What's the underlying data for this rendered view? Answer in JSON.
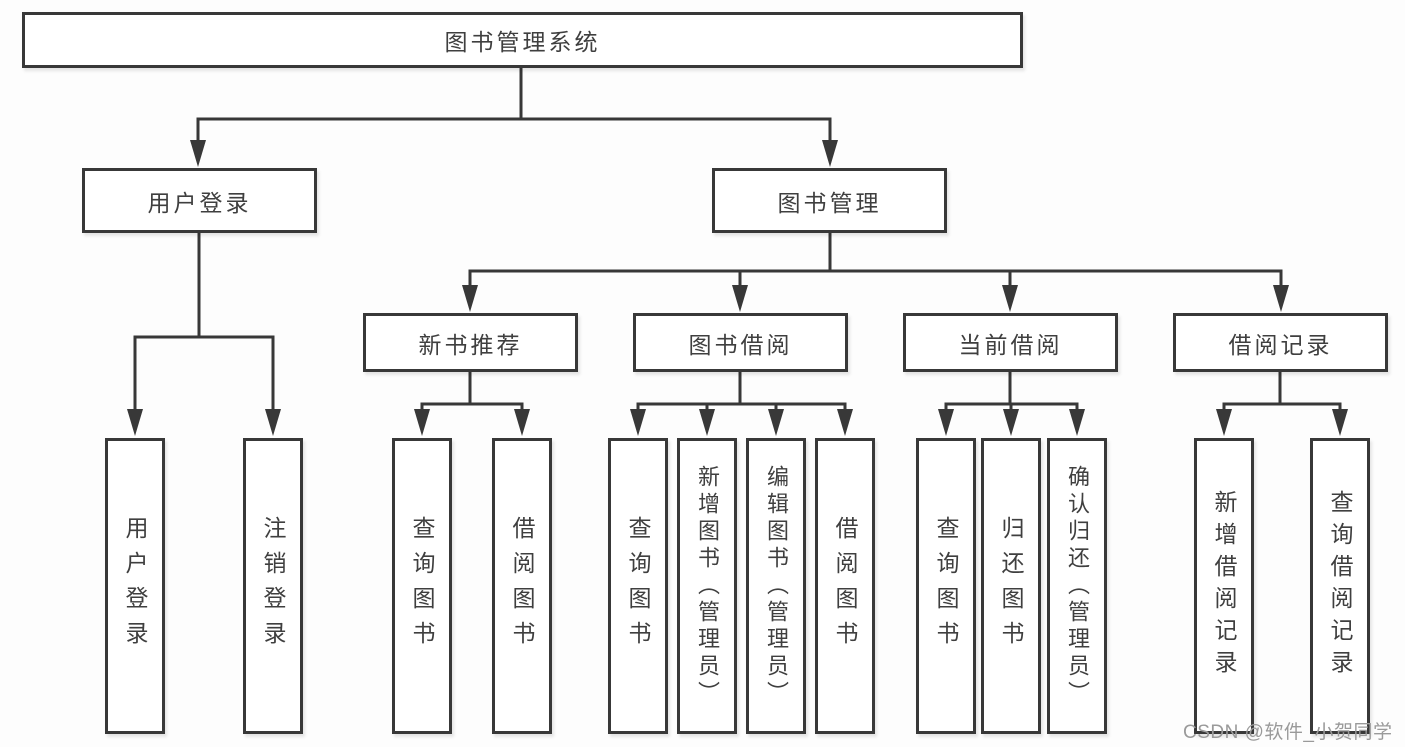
{
  "diagram": {
    "root": {
      "label": "图书管理系统"
    },
    "branches": [
      {
        "label": "用户登录",
        "leaves": [
          {
            "label": "用户登录"
          },
          {
            "label": "注销登录"
          }
        ]
      },
      {
        "label": "图书管理",
        "sections": [
          {
            "label": "新书推荐",
            "leaves": [
              {
                "label": "查询图书"
              },
              {
                "label": "借阅图书"
              }
            ]
          },
          {
            "label": "图书借阅",
            "leaves": [
              {
                "label": "查询图书"
              },
              {
                "label": "新增图书（管理员）"
              },
              {
                "label": "编辑图书（管理员）"
              },
              {
                "label": "借阅图书"
              }
            ]
          },
          {
            "label": "当前借阅",
            "leaves": [
              {
                "label": "查询图书"
              },
              {
                "label": "归还图书"
              },
              {
                "label": "确认归还（管理员）"
              }
            ]
          },
          {
            "label": "借阅记录",
            "leaves": [
              {
                "label": "新增借阅记录"
              },
              {
                "label": "查询借阅记录"
              }
            ]
          }
        ]
      }
    ]
  },
  "watermark": {
    "text": "CSDN @软件_小贺同学"
  },
  "colors": {
    "line": "#383838",
    "text": "#3f3f3f",
    "watermark": "#9a9a9a",
    "background": "#fdfdfd"
  }
}
